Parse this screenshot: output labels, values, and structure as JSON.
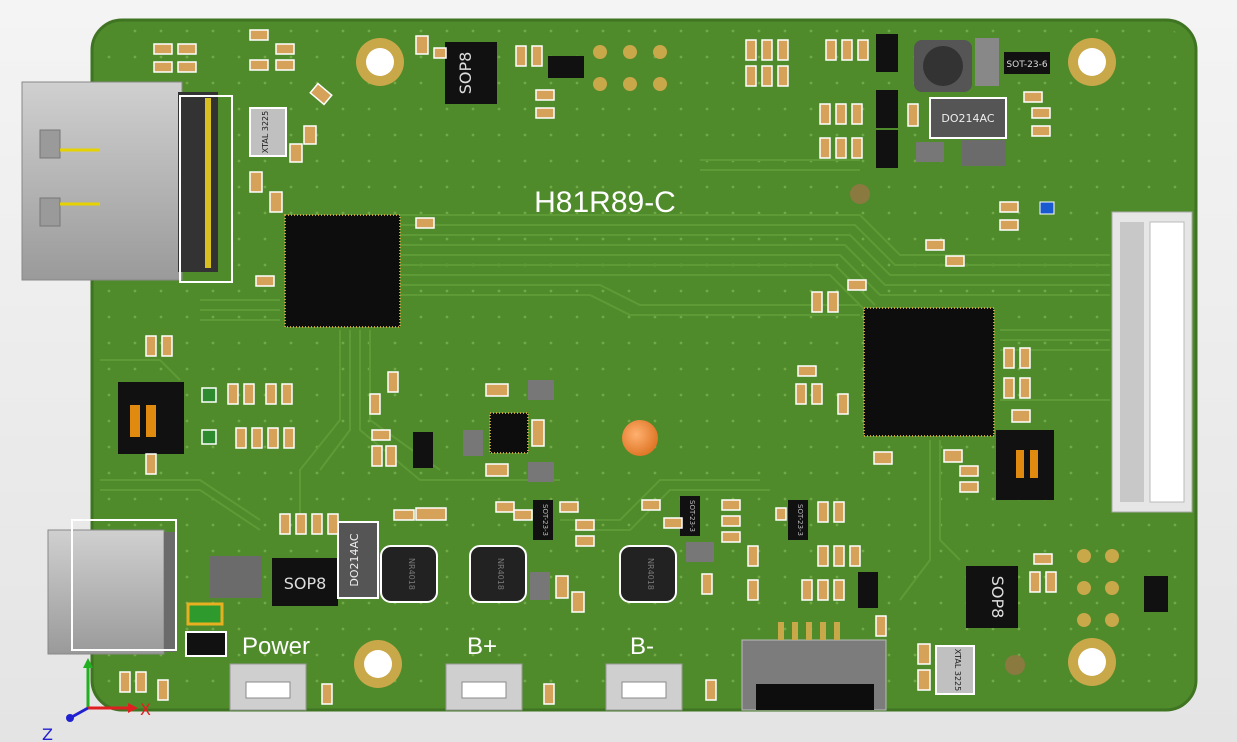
{
  "board": {
    "name": "H81R89-C",
    "buttons": [
      "Power",
      "B+",
      "B-"
    ],
    "sop_marking": "SOP8",
    "diode_marking": "DO214AC",
    "crystal_marking": "XTAL 3225",
    "sot_marking": "SOT-23-6",
    "inductor_marking": "NR4018",
    "sot3_marking": "SOT-23-3"
  },
  "axes": {
    "x": "X",
    "z": "Z"
  },
  "colors": {
    "board": "#4f8a2b",
    "board_edge": "#3f7422",
    "trace": "#5d9a35",
    "silk": "#ffffff",
    "ic": "#0d0d0d",
    "connector": "#b9b9b9",
    "axis_x": "#e02020",
    "axis_y": "#20b020",
    "axis_z": "#2020d0"
  }
}
